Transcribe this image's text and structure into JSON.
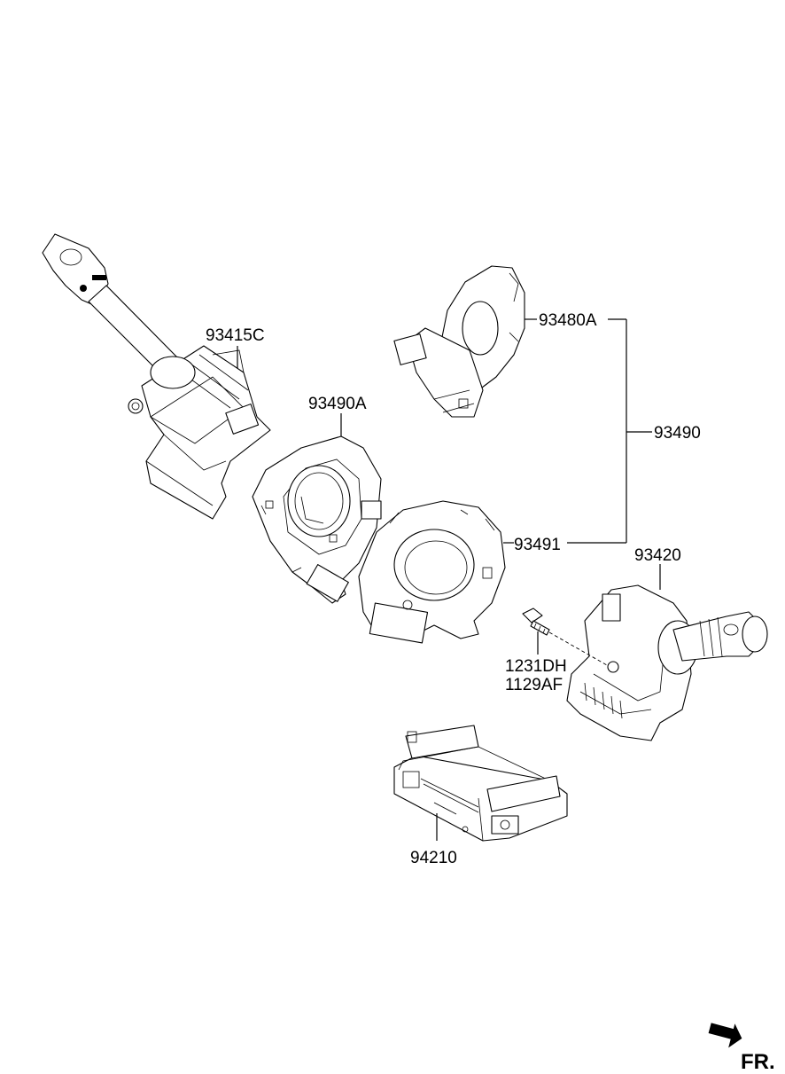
{
  "labels": {
    "p93415C": "93415C",
    "p93490A": "93490A",
    "p93480A": "93480A",
    "p93490": "93490",
    "p93491": "93491",
    "p93420": "93420",
    "p1231DH": "1231DH",
    "p1129AF": "1129AF",
    "p94210": "94210"
  },
  "direction": {
    "label": "FR."
  }
}
